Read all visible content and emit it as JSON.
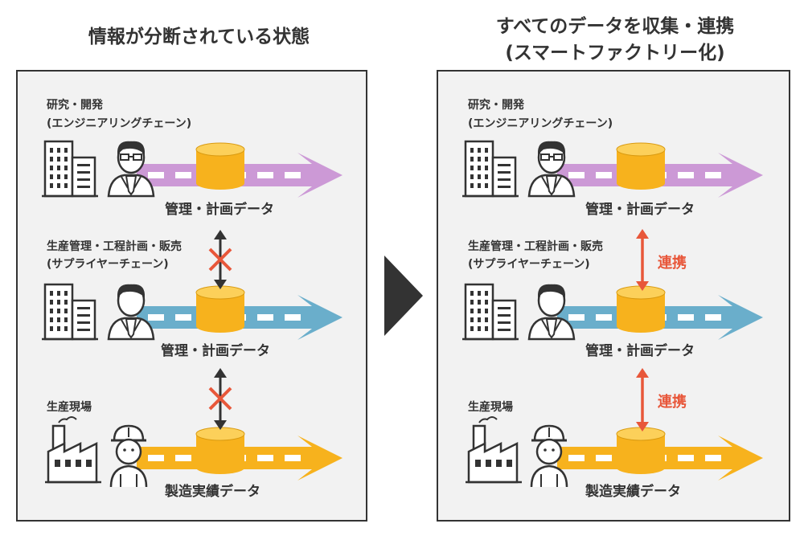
{
  "left": {
    "title": "情報が分断されている状態",
    "rows": [
      {
        "label_line1": "研究・開発",
        "label_line2": "(エンジニアリングチェーン)",
        "data_label": "管理・計画データ",
        "arrow_color": "#cc99d6"
      },
      {
        "label_line1": "生産管理・工程計画・販売",
        "label_line2": "(サプライヤーチェーン)",
        "data_label": "管理・計画データ",
        "arrow_color": "#6aaecb"
      },
      {
        "label_line1": "生産現場",
        "label_line2": "",
        "data_label": "製造実績データ",
        "arrow_color": "#f7b21d"
      }
    ],
    "connector_status": "disconnected"
  },
  "right": {
    "title_line1": "すべてのデータを収集・連携",
    "title_line2": "(スマートファクトリー化)",
    "rows": [
      {
        "label_line1": "研究・開発",
        "label_line2": "(エンジニアリングチェーン)",
        "data_label": "管理・計画データ",
        "arrow_color": "#cc99d6"
      },
      {
        "label_line1": "生産管理・工程計画・販売",
        "label_line2": "(サプライヤーチェーン)",
        "data_label": "管理・計画データ",
        "arrow_color": "#6aaecb"
      },
      {
        "label_line1": "生産現場",
        "label_line2": "",
        "data_label": "製造実績データ",
        "arrow_color": "#f7b21d"
      }
    ],
    "link_labels": [
      "連携",
      "連携"
    ]
  },
  "colors": {
    "database": "#f7b21d",
    "database_top": "#fcd05a",
    "cross": "#e8573a",
    "link": "#e8573a",
    "icon_stroke": "#333333"
  },
  "icons": [
    "building-icon",
    "businessman-icon",
    "factory-icon",
    "hardhat-worker-icon",
    "database-icon",
    "cross-icon",
    "double-arrow-icon",
    "chevron-right-icon"
  ]
}
